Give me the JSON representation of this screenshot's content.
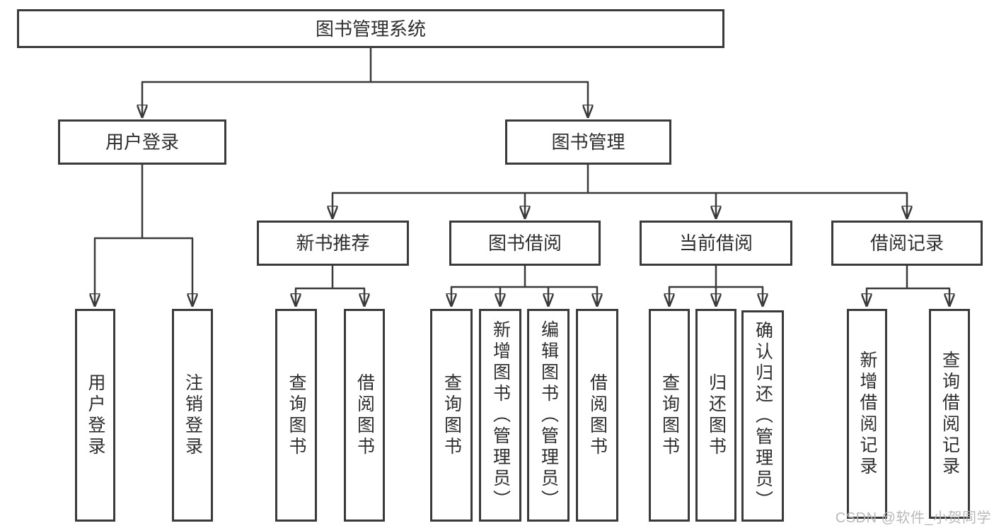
{
  "colors": {
    "line": "#3a3a3a",
    "box_border": "#3a3a3a",
    "box_fill": "#ffffff",
    "text": "#2e2e2e",
    "watermark": "#b6b6b6",
    "background": "#ffffff"
  },
  "watermark": "CSDN @软件_小贺同学",
  "nodes": {
    "root": {
      "label": "图书管理系统",
      "parent": null
    },
    "user_login_branch": {
      "label": "用户登录",
      "parent": "root"
    },
    "book_mgmt": {
      "label": "图书管理",
      "parent": "root"
    },
    "leaf_user_login": {
      "label": "用户登录",
      "parent": "user_login_branch"
    },
    "leaf_logout": {
      "label": "注销登录",
      "parent": "user_login_branch"
    },
    "new_book_rec": {
      "label": "新书推荐",
      "parent": "book_mgmt"
    },
    "book_borrow": {
      "label": "图书借阅",
      "parent": "book_mgmt"
    },
    "current_borrow": {
      "label": "当前借阅",
      "parent": "book_mgmt"
    },
    "borrow_records": {
      "label": "借阅记录",
      "parent": "book_mgmt"
    },
    "leaf_nbr_query": {
      "label": "查询图书",
      "parent": "new_book_rec"
    },
    "leaf_nbr_borrow": {
      "label": "借阅图书",
      "parent": "new_book_rec"
    },
    "leaf_bb_query": {
      "label": "查询图书",
      "parent": "book_borrow"
    },
    "leaf_bb_add": {
      "label": "新增图书（管理员）",
      "parent": "book_borrow"
    },
    "leaf_bb_edit": {
      "label": "编辑图书（管理员）",
      "parent": "book_borrow"
    },
    "leaf_bb_borrow": {
      "label": "借阅图书",
      "parent": "book_borrow"
    },
    "leaf_cb_query": {
      "label": "查询图书",
      "parent": "current_borrow"
    },
    "leaf_cb_return": {
      "label": "归还图书",
      "parent": "current_borrow"
    },
    "leaf_cb_confirm": {
      "label": "确认归还（管理员）",
      "parent": "current_borrow"
    },
    "leaf_br_add": {
      "label": "新增借阅记录",
      "parent": "borrow_records"
    },
    "leaf_br_query": {
      "label": "查询借阅记录",
      "parent": "borrow_records"
    }
  }
}
